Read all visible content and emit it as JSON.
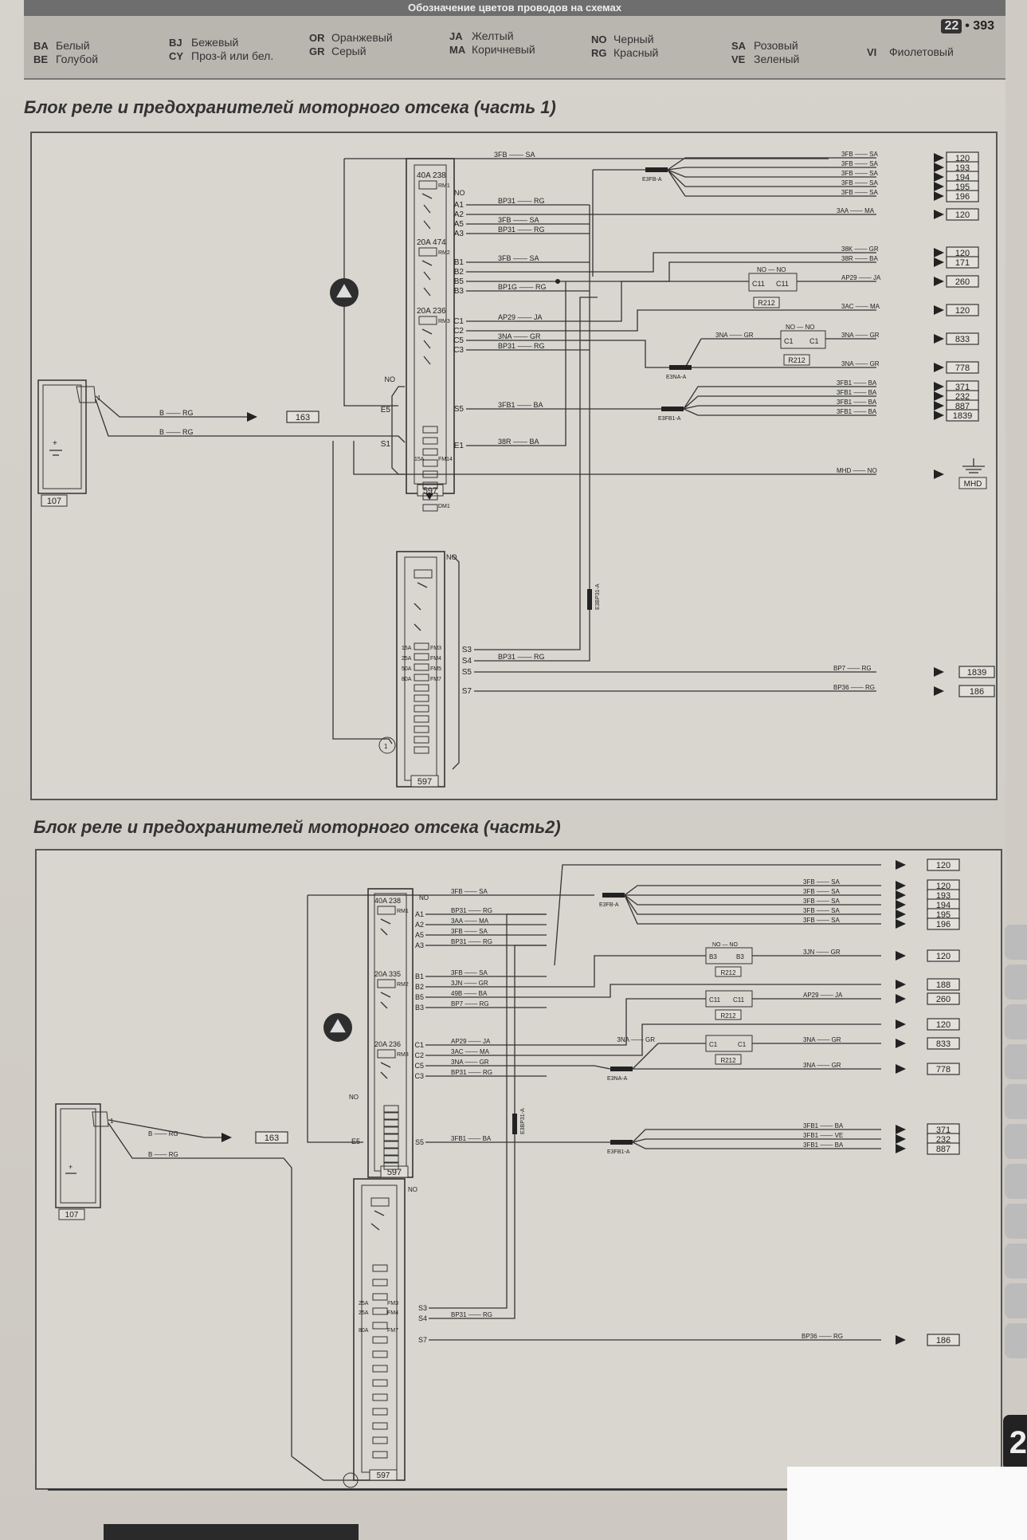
{
  "header": {
    "heading": "Обозначение цветов проводов на схемах",
    "chapter": "22",
    "page_number": "393",
    "colors": [
      {
        "code": "BA",
        "name": "Белый"
      },
      {
        "code": "BE",
        "name": "Голубой"
      },
      {
        "code": "BJ",
        "name": "Бежевый"
      },
      {
        "code": "CY",
        "name": "Проз-й или бел."
      },
      {
        "code": "OR",
        "name": "Оранжевый"
      },
      {
        "code": "GR",
        "name": "Серый"
      },
      {
        "code": "JA",
        "name": "Желтый"
      },
      {
        "code": "MA",
        "name": "Коричневый"
      },
      {
        "code": "NO",
        "name": "Черный"
      },
      {
        "code": "RG",
        "name": "Красный"
      },
      {
        "code": "SA",
        "name": "Розовый"
      },
      {
        "code": "VE",
        "name": "Зеленый"
      },
      {
        "code": "VI",
        "name": "Фиолетовый"
      }
    ]
  },
  "diagram1": {
    "title": "Блок реле и предохранителей моторного отсека (часть 1)",
    "battery": "107",
    "box": "597",
    "bundles": [
      "E3FB-A",
      "E3NA-A",
      "E3FB1-A",
      "E3BP31-A"
    ],
    "relays": [
      {
        "fuse": "40A 238",
        "relay": "RM1"
      },
      {
        "fuse": "20A 474",
        "relay": "RM2"
      },
      {
        "fuse": "20A 236",
        "relay": "RM3"
      }
    ],
    "pins_upper": [
      "A1",
      "A2",
      "A5",
      "A3",
      "B1",
      "B2",
      "B5",
      "B3",
      "C1",
      "C2",
      "C5",
      "C3",
      "E5",
      "S5",
      "S1",
      "E1"
    ],
    "pins_lower": [
      "S3",
      "S4",
      "S5",
      "S7"
    ],
    "fuses_lower": [
      "15A",
      "25A",
      "50A",
      "80A"
    ],
    "fuse_ids_lower": [
      "FM3",
      "FM4",
      "FM5",
      "FM7"
    ],
    "upper_fuse": {
      "rating": "15A",
      "id": "FM14"
    },
    "diode": "DM1",
    "outputs": [
      {
        "wire": "3FB",
        "color": "SA",
        "dest": "120"
      },
      {
        "wire": "3FB",
        "color": "SA",
        "dest": "193"
      },
      {
        "wire": "3FB",
        "color": "SA",
        "dest": "194"
      },
      {
        "wire": "3FB",
        "color": "SA",
        "dest": "195"
      },
      {
        "wire": "3FB",
        "color": "SA",
        "dest": "196"
      },
      {
        "wire": "3AA",
        "color": "MA",
        "dest": "120"
      },
      {
        "wire": "38K",
        "color": "GR",
        "dest": "120"
      },
      {
        "wire": "38R",
        "color": "BA",
        "dest": "171"
      },
      {
        "wire": "AP29",
        "color": "JA",
        "dest": "260"
      },
      {
        "wire": "3AC",
        "color": "MA",
        "dest": "120"
      },
      {
        "wire": "3NA",
        "color": "GR",
        "dest": "833"
      },
      {
        "wire": "3NA",
        "color": "GR",
        "dest": "778"
      },
      {
        "wire": "3FB1",
        "color": "BA",
        "dest": "371"
      },
      {
        "wire": "3FB1",
        "color": "BA",
        "dest": "232"
      },
      {
        "wire": "3FB1",
        "color": "BA",
        "dest": "887"
      },
      {
        "wire": "3FB1",
        "color": "BA",
        "dest": "1839"
      },
      {
        "wire": "MHD",
        "color": "NO",
        "dest": "MHD"
      },
      {
        "wire": "BP7",
        "color": "RG",
        "dest": "1839"
      },
      {
        "wire": "BP36",
        "color": "RG",
        "dest": "186"
      }
    ],
    "inner_wires": [
      {
        "wire": "3FB",
        "color": "SA"
      },
      {
        "wire": "BP31",
        "color": "RG"
      },
      {
        "wire": "BP1G",
        "color": "RG"
      },
      {
        "wire": "AP29",
        "color": "JA"
      },
      {
        "wire": "3NA",
        "color": "GR"
      },
      {
        "wire": "3FB1",
        "color": "BA"
      },
      {
        "wire": "38R",
        "color": "BA"
      }
    ],
    "battery_wire": {
      "wire": "B",
      "color": "RG",
      "dest": "163"
    },
    "r212": "R212",
    "connectors": [
      "C11",
      "C1",
      "NO"
    ]
  },
  "diagram2": {
    "title": "Блок реле и предохранителей моторного отсека (часть2)",
    "battery": "107",
    "box": "597",
    "bundles": [
      "E3FB-A",
      "E3NA-A",
      "E3FB1-A",
      "E3BP31-A"
    ],
    "relays": [
      {
        "fuse": "40A 238",
        "relay": "RM1"
      },
      {
        "fuse": "20A 335",
        "relay": "RM2"
      },
      {
        "fuse": "20A 236",
        "relay": "RM3"
      }
    ],
    "fuses_lower": [
      "25A",
      "25A",
      "80A"
    ],
    "fuse_ids_lower": [
      "FM3",
      "FM4",
      "FM7"
    ],
    "outputs": [
      {
        "wire": "",
        "color": "",
        "dest": "120"
      },
      {
        "wire": "3FB",
        "color": "SA",
        "dest": "120"
      },
      {
        "wire": "3FB",
        "color": "SA",
        "dest": "193"
      },
      {
        "wire": "3FB",
        "color": "SA",
        "dest": "194"
      },
      {
        "wire": "3FB",
        "color": "SA",
        "dest": "195"
      },
      {
        "wire": "3FB",
        "color": "SA",
        "dest": "196"
      },
      {
        "wire": "3JN",
        "color": "GR",
        "dest": "120"
      },
      {
        "wire": "",
        "color": "",
        "dest": "188"
      },
      {
        "wire": "AP29",
        "color": "JA",
        "dest": "260"
      },
      {
        "wire": "",
        "color": "",
        "dest": "120"
      },
      {
        "wire": "3NA",
        "color": "GR",
        "dest": "833"
      },
      {
        "wire": "3NA",
        "color": "GR",
        "dest": "778"
      },
      {
        "wire": "3FB1",
        "color": "BA",
        "dest": "371"
      },
      {
        "wire": "3FB1",
        "color": "VE",
        "dest": "232"
      },
      {
        "wire": "3FB1",
        "color": "BA",
        "dest": "887"
      },
      {
        "wire": "BP36",
        "color": "RG",
        "dest": "186"
      }
    ],
    "battery_wire": {
      "wire": "B",
      "color": "RG",
      "dest": "163"
    },
    "r212": "R212",
    "connectors": [
      "B3",
      "C11",
      "C1",
      "NO"
    ]
  },
  "side_tab": "2"
}
